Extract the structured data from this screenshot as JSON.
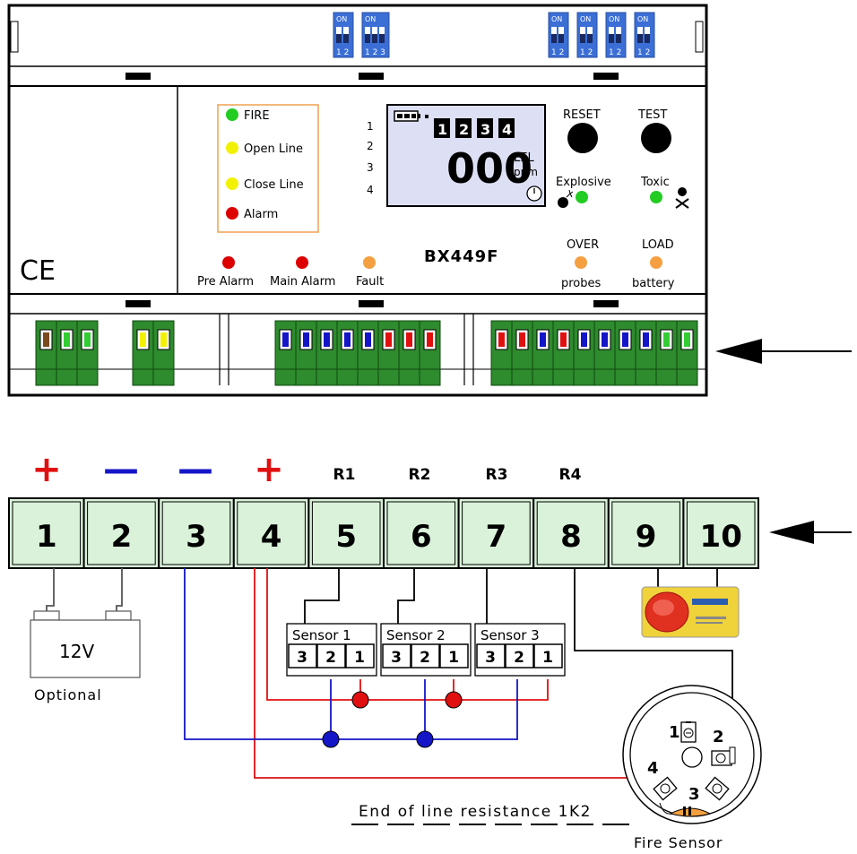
{
  "device": {
    "model": "BX449F",
    "ce_mark": "CE",
    "dip_switches": [
      {
        "top": "ON",
        "bottom": "1 2"
      },
      {
        "top": "ON",
        "bottom": "1 2 3"
      },
      {
        "top": "ON",
        "bottom": "1 2"
      },
      {
        "top": "ON",
        "bottom": "1 2"
      },
      {
        "top": "ON",
        "bottom": "1 2"
      },
      {
        "top": "ON",
        "bottom": "1 2"
      }
    ],
    "status_leds": [
      {
        "label": "FIRE",
        "color": "#22cc22"
      },
      {
        "label": "Open Line",
        "color": "#f2f200"
      },
      {
        "label": "Close Line",
        "color": "#f2f200"
      },
      {
        "label": "Alarm",
        "color": "#dd0000"
      }
    ],
    "bottom_leds": [
      {
        "label": "Pre Alarm",
        "color": "#dd0000"
      },
      {
        "label": "Main Alarm",
        "color": "#dd0000"
      },
      {
        "label": "Fault",
        "color": "#f5a040"
      }
    ],
    "display": {
      "rows": [
        "1",
        "2",
        "3",
        "4"
      ],
      "channels": [
        "1",
        "2",
        "3",
        "4"
      ],
      "reading": "000",
      "unit_top": "LEL",
      "unit_bottom": "ppm"
    },
    "buttons": {
      "reset": "RESET",
      "test": "TEST"
    },
    "indicators": {
      "explosive": "Explosive",
      "toxic": "Toxic",
      "over": "OVER",
      "probes": "probes",
      "load": "LOAD",
      "battery": "battery"
    }
  },
  "terminals": {
    "signs": [
      "+",
      "—",
      "—",
      "+"
    ],
    "relays": [
      "R1",
      "R2",
      "R3",
      "R4"
    ],
    "numbers": [
      "1",
      "2",
      "3",
      "4",
      "5",
      "6",
      "7",
      "8",
      "9",
      "10"
    ]
  },
  "battery": {
    "voltage": "12V",
    "note": "Optional"
  },
  "sensors": [
    {
      "name": "Sensor 1",
      "pins": [
        "3",
        "2",
        "1"
      ]
    },
    {
      "name": "Sensor 2",
      "pins": [
        "3",
        "2",
        "1"
      ]
    },
    {
      "name": "Sensor 3",
      "pins": [
        "3",
        "2",
        "1"
      ]
    }
  ],
  "fire_sensor": {
    "label": "Fire Sensor",
    "pins": [
      "1",
      "2",
      "3",
      "4"
    ],
    "resistance_note": "End of line resistance 1K2"
  },
  "colors": {
    "panel_border": "#000000",
    "terminal_green": "#2e8b2e",
    "terminal_block_bg": "#d9f2d9",
    "wire_red": "#e01010",
    "wire_blue": "#1515c8",
    "dip_blue": "#3b6fd6",
    "display_bg": "#dde0f4",
    "led_orange": "#f5a040"
  }
}
